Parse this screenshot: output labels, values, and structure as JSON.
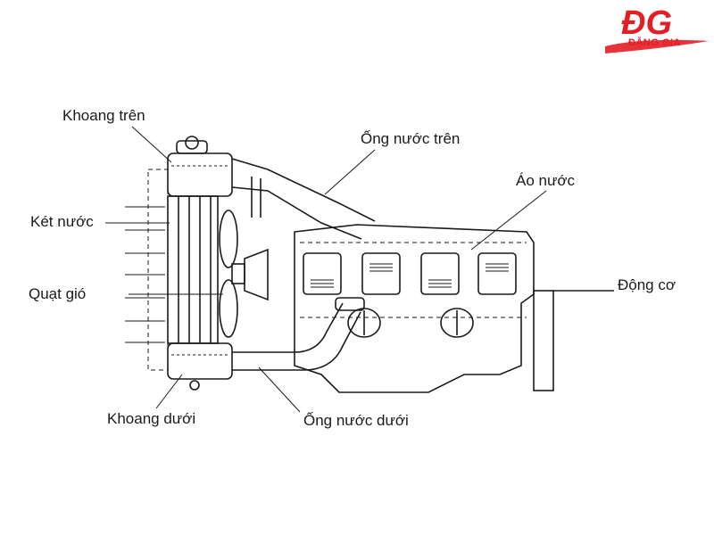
{
  "logo": {
    "mark": "ĐG",
    "text": "ĐẶNG GIA",
    "color": "#e31e24"
  },
  "labels": {
    "khoang_tren": "Khoang trên",
    "ket_nuoc": "Két nước",
    "quat_gio": "Quạt gió",
    "khoang_duoi": "Khoang dưới",
    "ong_nuoc_tren": "Ống nước trên",
    "ong_nuoc_duoi": "Ống nước dưới",
    "ao_nuoc": "Áo nước",
    "dong_co": "Động cơ"
  }
}
